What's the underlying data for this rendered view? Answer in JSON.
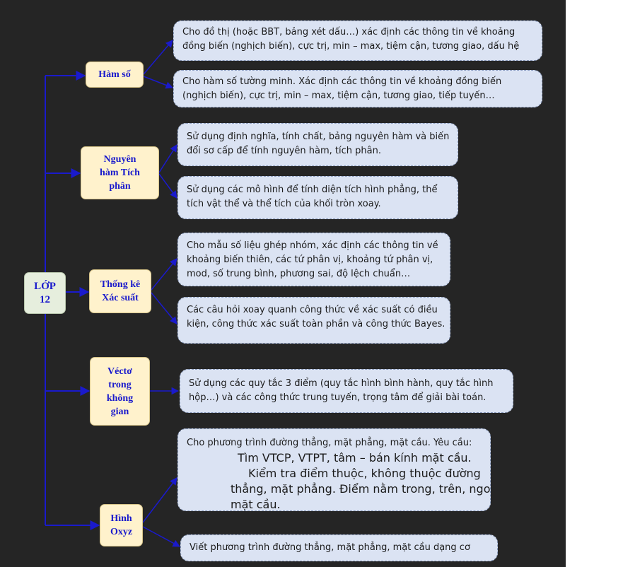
{
  "root": {
    "label_line1": "LỚP",
    "label_line2": "12"
  },
  "topics": [
    {
      "label_lines": [
        "Hàm số"
      ]
    },
    {
      "label_lines": [
        "Nguyên",
        "hàm Tích",
        "phân"
      ]
    },
    {
      "label_lines": [
        "Thống kê",
        "Xác suất"
      ]
    },
    {
      "label_lines": [
        "Véctơ",
        "trong",
        "không",
        "gian"
      ]
    },
    {
      "label_lines": [
        "Hình",
        "Oxyz"
      ]
    }
  ],
  "leaves": [
    {
      "lines": [
        "Cho đồ thị (hoặc BBT, bảng xét dấu…) xác định các thông tin về khoảng",
        "đồng biến (nghịch biến), cực trị, min – max, tiệm cận, tương giao, dấu hệ"
      ]
    },
    {
      "lines": [
        "Cho hàm số tường minh. Xác định các thông tin về khoảng đồng biến",
        "(nghịch biến), cực trị, min – max, tiệm cận, tương giao, tiếp tuyến…"
      ]
    },
    {
      "lines": [
        "Sử dụng định nghĩa, tính chất, bảng nguyên hàm và biến",
        "đổi sơ cấp để tính nguyên hàm, tích phân."
      ]
    },
    {
      "lines": [
        "Sử dụng các mô hình để tính diện tích hình phẳng, thể",
        "tích vật thể và thể tích của khối tròn xoay."
      ]
    },
    {
      "lines": [
        "Cho mẫu số liệu ghép nhóm, xác định các thông tin về",
        "khoảng biến thiên, các tứ phân vị, khoảng tứ phân vị,",
        "mod, số trung bình, phương sai, độ lệch chuẩn…"
      ]
    },
    {
      "lines": [
        "Các câu hỏi xoay quanh công thức về xác suất có điều",
        "kiện, công thức xác suất toàn phần và công thức Bayes."
      ]
    },
    {
      "lines": [
        "Sử dụng các quy tắc 3 điểm (quy tắc hình bình hành, quy tắc hình",
        "hộp…) và các công thức  trung tuyến, trọng tâm để giải bài toán."
      ]
    },
    {
      "intro": "Cho phương trình đường thẳng, mặt phẳng, mặt cầu. Yêu cầu:",
      "items": [
        "Tìm VTCP, VTPT, tâm – bán kính mặt cầu.",
        "Kiểm tra điểm thuộc, không thuộc đường",
        "thẳng, mặt phẳng. Điểm nằm trong, trên, ngoài",
        "mặt cầu."
      ]
    },
    {
      "lines": [
        "Viết phương trình đường thẳng, mặt phẳng, mặt cầu dạng cơ"
      ]
    }
  ]
}
